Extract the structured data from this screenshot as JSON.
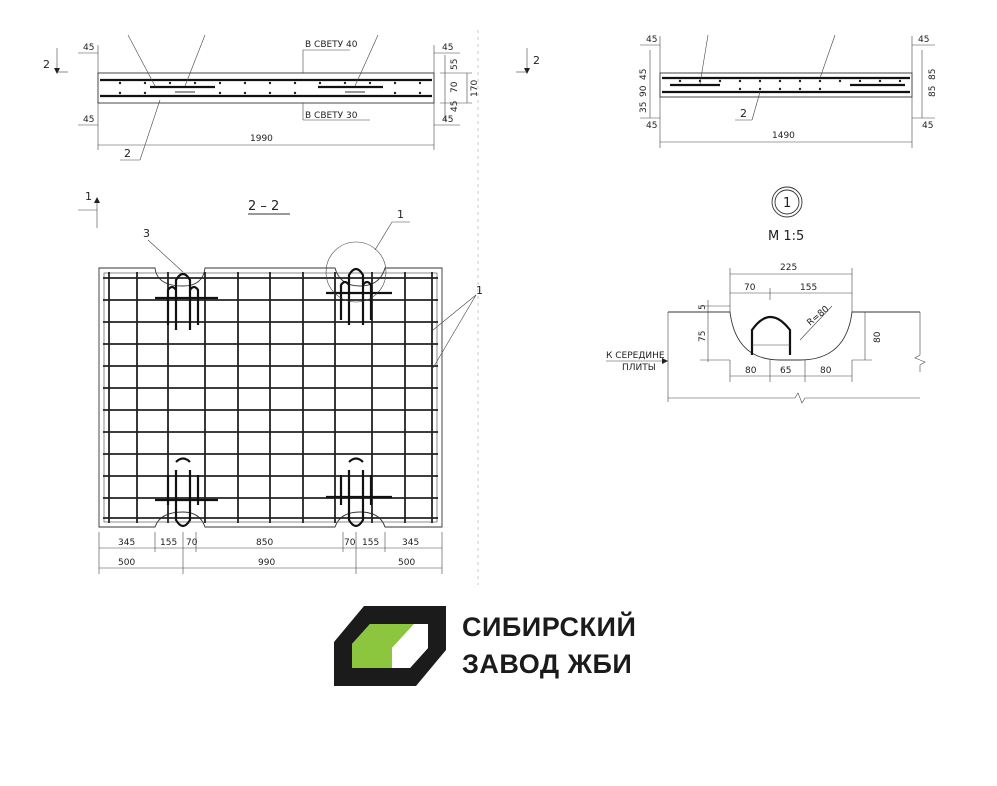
{
  "drawing": {
    "top_left": {
      "section_mark": "2",
      "note_top": "В СВЕТУ 40",
      "note_bottom": "В СВЕТУ 30",
      "dim_45_tl": "45",
      "dim_45_bl": "45",
      "dim_45_tr": "45",
      "dim_45_br": "45",
      "dim_55": "55",
      "dim_70": "70",
      "dim_45_r": "45",
      "dim_170": "170",
      "dim_length": "1990",
      "pos_label": "2"
    },
    "top_right": {
      "section_mark": "2",
      "dim_45_tl": "45",
      "dim_45_tr": "45",
      "dim_35": "35",
      "dim_90": "90",
      "dim_45_l": "45",
      "dim_45_bl": "45",
      "dim_45_br": "45",
      "dim_85a": "85",
      "dim_85b": "85",
      "dim_length": "1490",
      "pos_label": "2"
    },
    "plan": {
      "section_title": "2 – 2",
      "section_mark": "1",
      "pos_3": "3",
      "pos_1a": "1",
      "pos_1b": "1",
      "dims_row1": [
        "345",
        "155",
        "70",
        "850",
        "70",
        "155",
        "345"
      ],
      "dims_row2": [
        "500",
        "990",
        "500"
      ]
    },
    "detail": {
      "circle_label": "1",
      "scale": "М 1:5",
      "dim_225": "225",
      "dim_70": "70",
      "dim_155": "155",
      "dim_5": "5",
      "dim_75": "75",
      "radius": "R=80",
      "dim_80_r": "80",
      "dim_80_a": "80",
      "dim_65": "65",
      "dim_80_b": "80",
      "note_line1": "К СЕРЕДИНЕ",
      "note_line2": "ПЛИТЫ"
    }
  },
  "logo": {
    "line1": "СИБИРСКИЙ",
    "line2": "ЗАВОД ЖБИ",
    "colors": {
      "green": "#8cc63f",
      "black": "#1b1b1b"
    }
  }
}
